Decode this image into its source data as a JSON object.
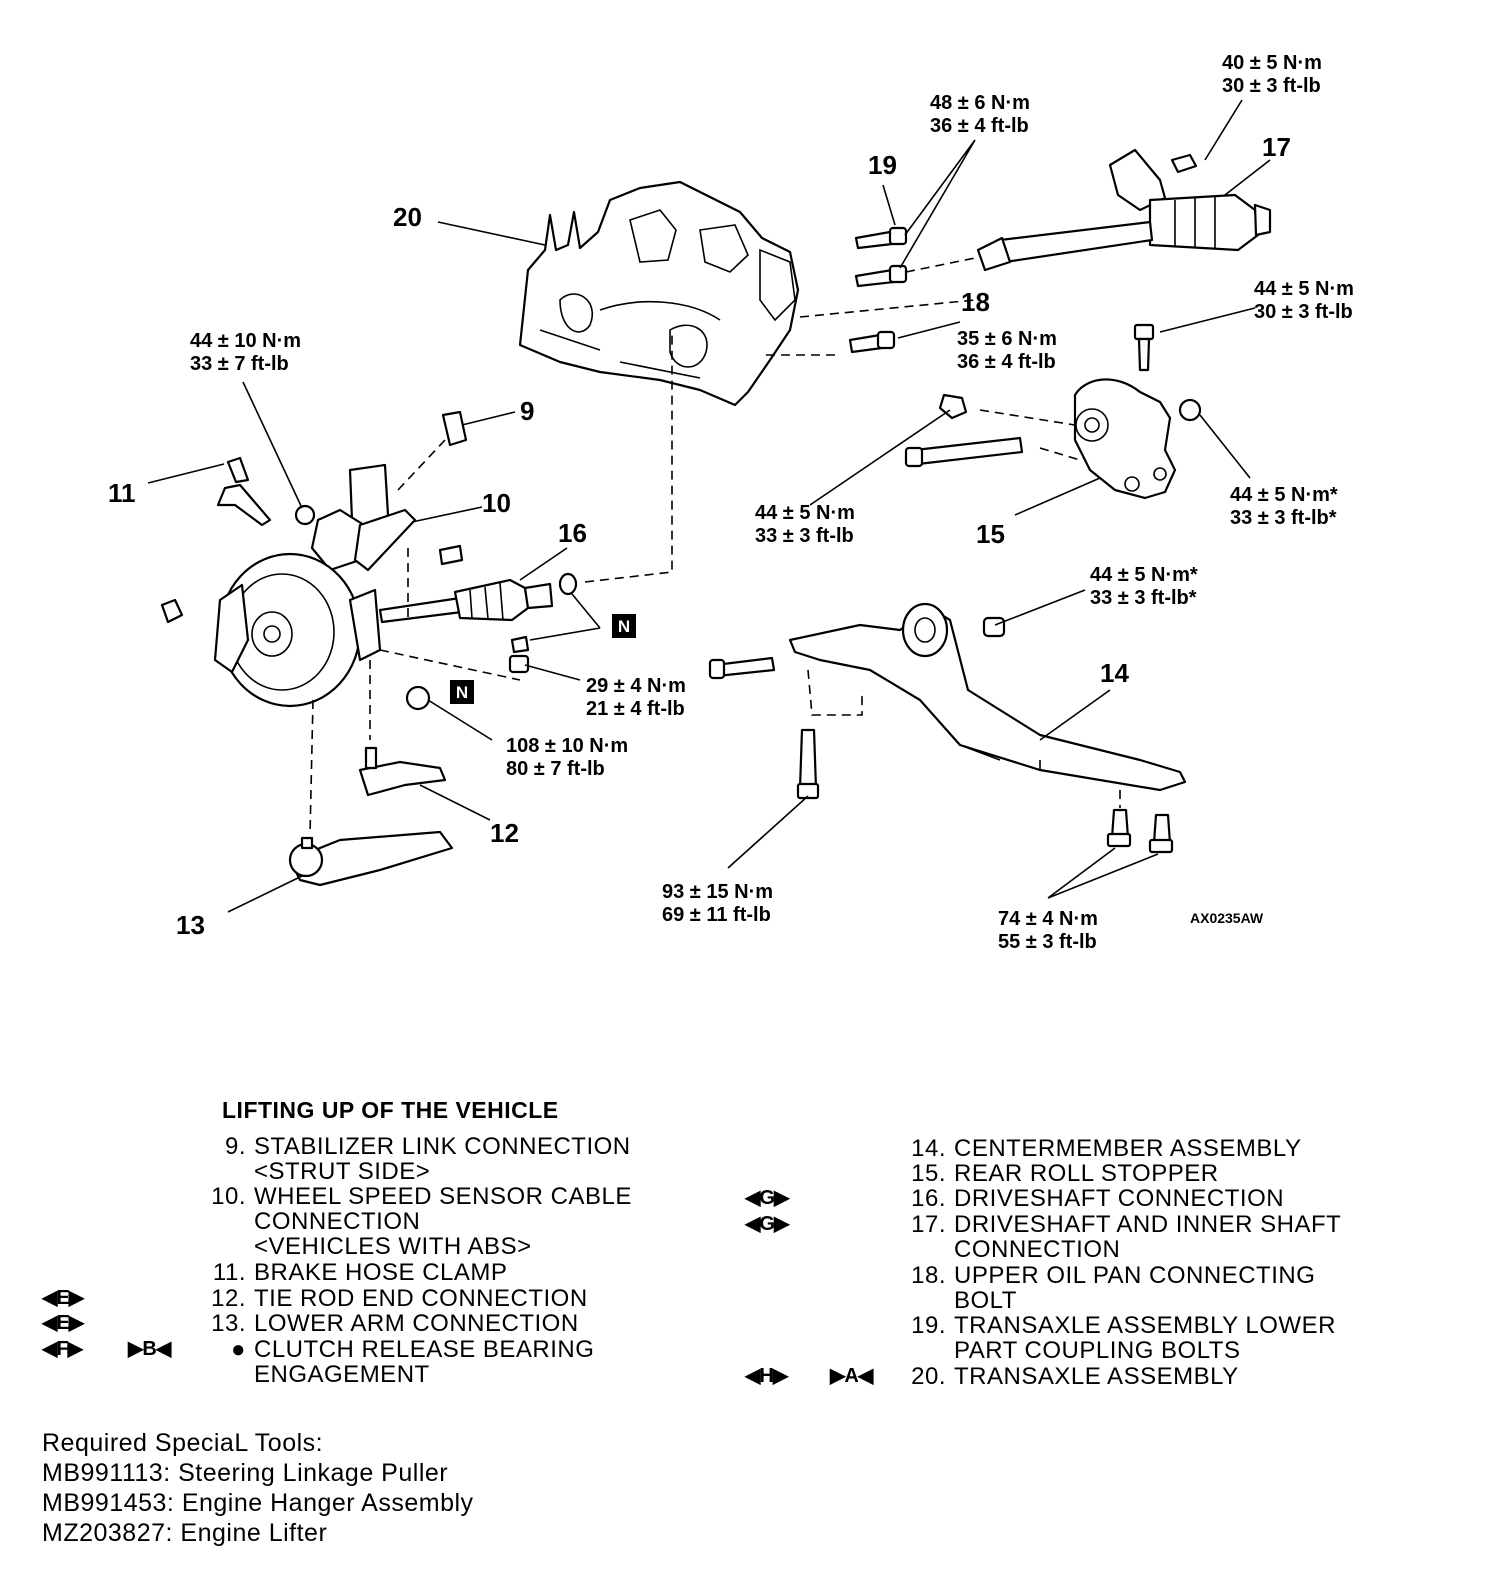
{
  "diagram": {
    "callouts": {
      "n9": "9",
      "n10": "10",
      "n11": "11",
      "n12": "12",
      "n13": "13",
      "n14": "14",
      "n15": "15",
      "n16": "16",
      "n17": "17",
      "n18": "18",
      "n19": "19",
      "n20": "20"
    },
    "torque": {
      "t1": [
        "40 ± 5 N·m",
        "30 ± 3 ft-lb"
      ],
      "t2": [
        "48 ± 6 N·m",
        "36 ± 4 ft-lb"
      ],
      "t3": [
        "44 ± 5 N·m",
        "30 ± 3 ft-lb"
      ],
      "t4": [
        "35 ± 6 N·m",
        "36 ± 4 ft-lb"
      ],
      "t5": [
        "44 ± 10 N·m",
        "33 ± 7 ft-lb"
      ],
      "t6": [
        "44 ± 5 N·m",
        "33 ± 3 ft-lb"
      ],
      "t7": [
        "44 ± 5 N·m*",
        "33 ± 3 ft-lb*"
      ],
      "t8": [
        "44 ± 5 N·m*",
        "33 ± 3 ft-lb*"
      ],
      "t9": [
        "29 ± 4 N·m",
        "21 ± 4 ft-lb"
      ],
      "t10": [
        "108 ± 10 N·m",
        "80 ± 7 ft-lb"
      ],
      "t11": [
        "93 ± 15 N·m",
        "69 ± 11 ft-lb"
      ],
      "t12": [
        "74 ± 4 N·m",
        "55 ± 3 ft-lb"
      ]
    },
    "n_mark": "N",
    "figure_code": "AX0235AW"
  },
  "legend": {
    "title": "LIFTING UP OF THE VEHICLE",
    "left": [
      {
        "num": "9.",
        "text": "STABILIZER LINK CONNECTION\n<STRUT SIDE>"
      },
      {
        "num": "10.",
        "text": "WHEEL SPEED SENSOR CABLE\nCONNECTION\n<VEHICLES WITH ABS>"
      },
      {
        "num": "11.",
        "text": "BRAKE HOSE CLAMP"
      },
      {
        "num": "12.",
        "text": "TIE ROD END CONNECTION"
      },
      {
        "num": "13.",
        "text": "LOWER ARM CONNECTION"
      },
      {
        "num": "●",
        "text": "CLUTCH     RELEASE     BEARING\nENGAGEMENT"
      }
    ],
    "right": [
      {
        "num": "14.",
        "text": "CENTERMEMBER ASSEMBLY"
      },
      {
        "num": "15.",
        "text": "REAR ROLL STOPPER"
      },
      {
        "num": "16.",
        "text": "DRIVESHAFT CONNECTION"
      },
      {
        "num": "17.",
        "text": "DRIVESHAFT AND INNER SHAFT\nCONNECTION"
      },
      {
        "num": "18.",
        "text": "UPPER OIL PAN CONNECTING\nBOLT"
      },
      {
        "num": "19.",
        "text": "TRANSAXLE ASSEMBLY LOWER\nPART COUPLING BOLTS"
      },
      {
        "num": "20.",
        "text": "TRANSAXLE ASSEMBLY"
      }
    ],
    "markers": {
      "e12": "◀E▶",
      "e13": "◀E▶",
      "f": "◀F▶",
      "b": "▶B◀",
      "g16": "◀G▶",
      "g17": "◀G▶",
      "h": "◀H▶",
      "a": "▶A◀"
    }
  },
  "tools": {
    "heading": "Required SpeciaL Tools:",
    "items": [
      "MB991113: Steering Linkage Puller",
      "MB991453: Engine Hanger Assembly",
      "MZ203827: Engine Lifter"
    ]
  }
}
